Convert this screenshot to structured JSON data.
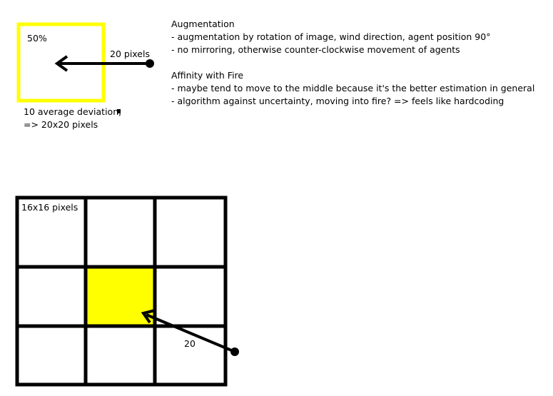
{
  "top_diagram": {
    "box_label": "50%",
    "arrow_label": "20 pixels",
    "deviation_line1": "10 average deviation,",
    "deviation_line2": "=> 20x20 pixels"
  },
  "notes": {
    "augmentation": {
      "heading": "Augmentation",
      "items": [
        "- augmentation by rotation of image, wind direction, agent position 90°",
        "- no mirroring, otherwise counter-clockwise movement of agents"
      ]
    },
    "affinity": {
      "heading": "Affinity with Fire",
      "items": [
        "- maybe tend to move to the middle because it's the better estimation in general",
        "- algorithm against uncertainty, moving into fire? => feels like hardcoding"
      ]
    }
  },
  "grid_diagram": {
    "cell_label": "16x16 pixels",
    "arrow_label": "20"
  },
  "colors": {
    "highlight": "#ffff00",
    "ink": "#000000"
  }
}
